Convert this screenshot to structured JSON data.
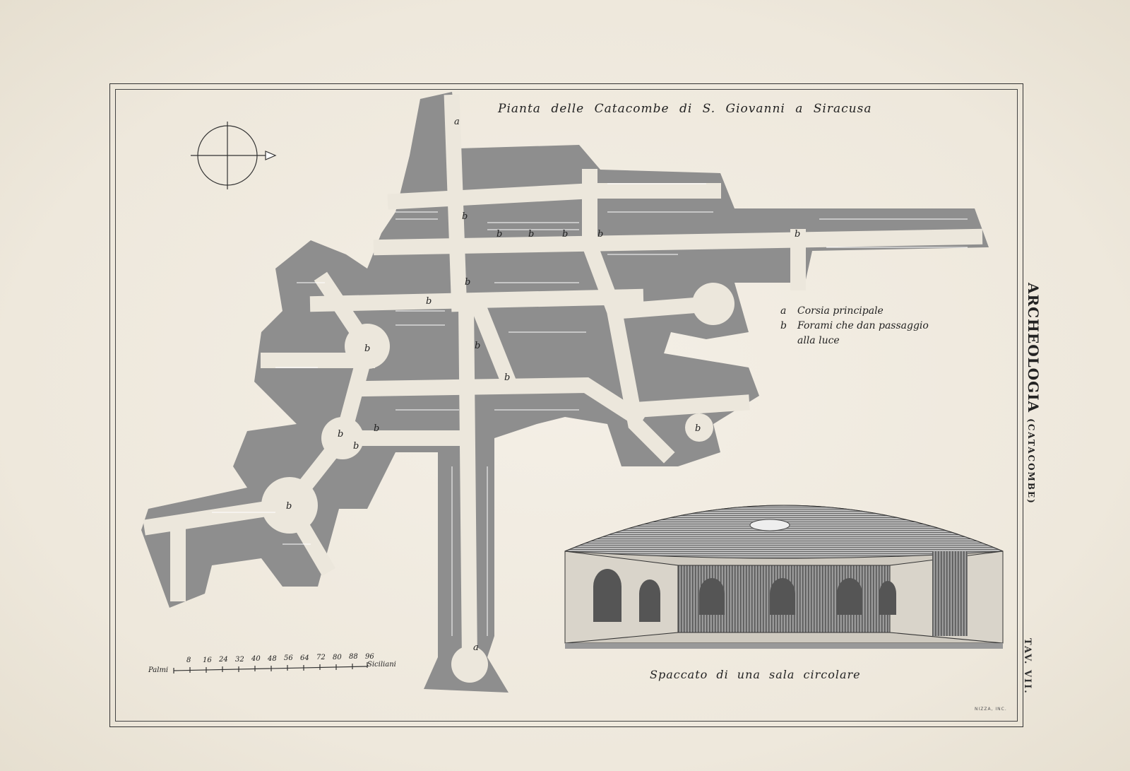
{
  "plate": {
    "title": "Pianta delle Catacombe di S. Giovanni a Siracusa",
    "side_title": "ARCHEOLOGIA",
    "side_subtitle": "(CATACOMBE)",
    "plate_number": "TAV. VII.",
    "engraver": "NIZZA, INC."
  },
  "legend": {
    "a": {
      "key": "a",
      "text": "Corsia principale"
    },
    "b": {
      "key": "b",
      "text": "Forami che dan passaggio",
      "text2": "alla luce"
    }
  },
  "scale": {
    "left_label": "Palmi",
    "right_label": "Siciliani",
    "ticks": [
      "8",
      "16",
      "24",
      "32",
      "40",
      "48",
      "56",
      "64",
      "72",
      "80",
      "88",
      "96"
    ]
  },
  "inset": {
    "caption": "Spaccato di una sala circolare"
  },
  "colors": {
    "paper": "#f1ece2",
    "rock": "#8e8e8e",
    "ink": "#222222"
  }
}
